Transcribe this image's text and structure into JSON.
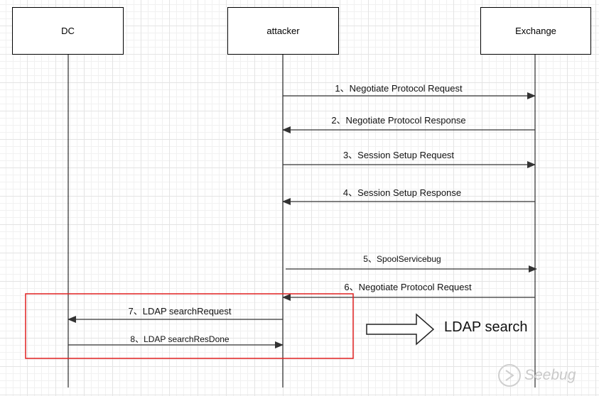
{
  "diagram": {
    "type": "sequence",
    "actors": [
      {
        "id": "dc",
        "label": "DC"
      },
      {
        "id": "attacker",
        "label": "attacker"
      },
      {
        "id": "exchange",
        "label": "Exchange"
      }
    ],
    "messages": [
      {
        "from": "attacker",
        "to": "exchange",
        "label": "1、Negotiate Protocol Request"
      },
      {
        "from": "exchange",
        "to": "attacker",
        "label": "2、Negotiate Protocol Response"
      },
      {
        "from": "attacker",
        "to": "exchange",
        "label": "3、Session Setup Request"
      },
      {
        "from": "exchange",
        "to": "attacker",
        "label": "4、Session Setup Response"
      },
      {
        "from": "attacker",
        "to": "exchange",
        "label": "5、SpoolServicebug"
      },
      {
        "from": "exchange",
        "to": "attacker",
        "label": "6、Negotiate Protocol Request"
      },
      {
        "from": "attacker",
        "to": "dc",
        "label": "7、LDAP searchRequest"
      },
      {
        "from": "dc",
        "to": "attacker",
        "label": "8、LDAP searchResDone"
      }
    ],
    "highlight": {
      "label": "LDAP search",
      "color": "#e02020",
      "messages": [
        7,
        8
      ]
    },
    "watermark": "Seebug"
  }
}
